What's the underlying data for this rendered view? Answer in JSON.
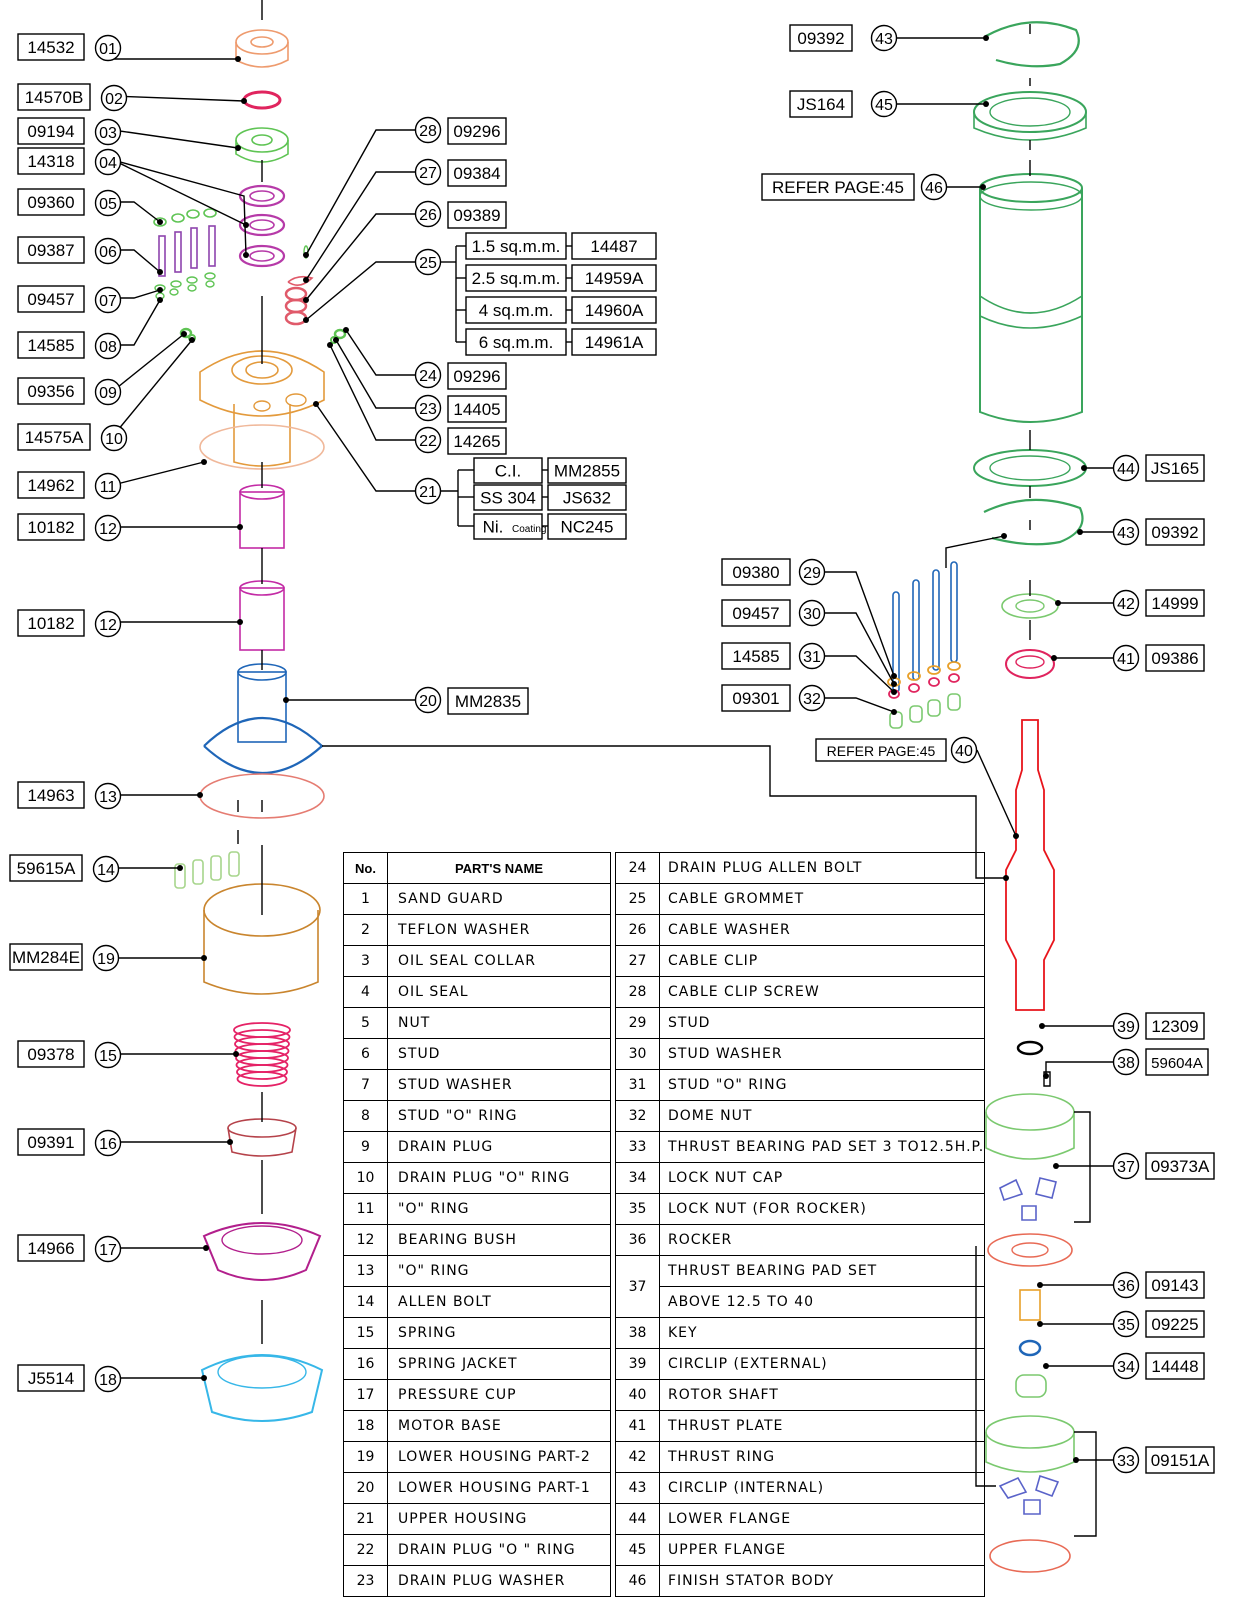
{
  "left_labels": [
    {
      "code": "14532",
      "num": "01"
    },
    {
      "code": "14570B",
      "num": "02"
    },
    {
      "code": "09194",
      "num": "03"
    },
    {
      "code": "14318",
      "num": "04"
    },
    {
      "code": "09360",
      "num": "05"
    },
    {
      "code": "09387",
      "num": "06"
    },
    {
      "code": "09457",
      "num": "07"
    },
    {
      "code": "14585",
      "num": "08"
    },
    {
      "code": "09356",
      "num": "09"
    },
    {
      "code": "14575A",
      "num": "10"
    },
    {
      "code": "14962",
      "num": "11"
    },
    {
      "code": "10182",
      "num": "12"
    },
    {
      "code": "10182",
      "num": "12"
    },
    {
      "code": "14963",
      "num": "13"
    },
    {
      "code": "59615A",
      "num": "14"
    },
    {
      "code": "MM284E",
      "num": "19"
    },
    {
      "code": "09378",
      "num": "15"
    },
    {
      "code": "09391",
      "num": "16"
    },
    {
      "code": "14966",
      "num": "17"
    },
    {
      "code": "J5514",
      "num": "18"
    }
  ],
  "center_labels": [
    {
      "num": "28",
      "code": "09296"
    },
    {
      "num": "27",
      "code": "09384"
    },
    {
      "num": "26",
      "code": "09389"
    },
    {
      "num": "24",
      "code": "09296"
    },
    {
      "num": "23",
      "code": "14405"
    },
    {
      "num": "22",
      "code": "14265"
    },
    {
      "num": "20",
      "code": "MM2835"
    }
  ],
  "cable_grommet": {
    "num": "25",
    "options": [
      {
        "size": "1.5 sq.m.m.",
        "code": "14487"
      },
      {
        "size": "2.5 sq.m.m.",
        "code": "14959A"
      },
      {
        "size": "4 sq.m.m.",
        "code": "14960A"
      },
      {
        "size": "6 sq.m.m.",
        "code": "14961A"
      }
    ]
  },
  "upper_housing": {
    "num": "21",
    "options": [
      {
        "mat": "C.I.",
        "code": "MM2855"
      },
      {
        "mat": "SS 304",
        "code": "JS632"
      },
      {
        "mat": "Ni.",
        "mat_sub": "Coating",
        "code": "NC245"
      }
    ]
  },
  "right_left_labels": [
    {
      "code": "09392",
      "num": "43"
    },
    {
      "code": "JS164",
      "num": "45"
    },
    {
      "code": "REFER PAGE:45",
      "num": "46"
    },
    {
      "code": "09380",
      "num": "29"
    },
    {
      "code": "09457",
      "num": "30"
    },
    {
      "code": "14585",
      "num": "31"
    },
    {
      "code": "09301",
      "num": "32"
    },
    {
      "code": "REFER PAGE:45",
      "num": "40"
    }
  ],
  "right_labels": [
    {
      "num": "44",
      "code": "JS165"
    },
    {
      "num": "43",
      "code": "09392"
    },
    {
      "num": "42",
      "code": "14999"
    },
    {
      "num": "41",
      "code": "09386"
    },
    {
      "num": "39",
      "code": "12309"
    },
    {
      "num": "38",
      "code": "59604A"
    },
    {
      "num": "37",
      "code": "09373A"
    },
    {
      "num": "36",
      "code": "09143"
    },
    {
      "num": "35",
      "code": "09225"
    },
    {
      "num": "34",
      "code": "14448"
    },
    {
      "num": "33",
      "code": "09151A"
    }
  ],
  "table": {
    "col_no": "No.",
    "col_name": "PART'S NAME",
    "left": [
      {
        "no": "1",
        "name": "SAND  GUARD"
      },
      {
        "no": "2",
        "name": "TEFLON  WASHER"
      },
      {
        "no": "3",
        "name": "OIL  SEAL  COLLAR"
      },
      {
        "no": "4",
        "name": "OIL  SEAL"
      },
      {
        "no": "5",
        "name": "NUT"
      },
      {
        "no": "6",
        "name": "STUD"
      },
      {
        "no": "7",
        "name": "STUD  WASHER"
      },
      {
        "no": "8",
        "name": "STUD  \"O\"  RING"
      },
      {
        "no": "9",
        "name": "DRAIN  PLUG"
      },
      {
        "no": "10",
        "name": "DRAIN  PLUG  \"O\"  RING"
      },
      {
        "no": "11",
        "name": "\"O\"  RING"
      },
      {
        "no": "12",
        "name": "BEARING  BUSH"
      },
      {
        "no": "13",
        "name": "\"O\"  RING"
      },
      {
        "no": "14",
        "name": "ALLEN  BOLT"
      },
      {
        "no": "15",
        "name": "SPRING"
      },
      {
        "no": "16",
        "name": "SPRING  JACKET"
      },
      {
        "no": "17",
        "name": "PRESSURE  CUP"
      },
      {
        "no": "18",
        "name": "MOTOR  BASE"
      },
      {
        "no": "19",
        "name": "LOWER  HOUSING  PART-2"
      },
      {
        "no": "20",
        "name": "LOWER  HOUSING  PART-1"
      },
      {
        "no": "21",
        "name": "UPPER  HOUSING"
      },
      {
        "no": "22",
        "name": "DRAIN  PLUG  \"O  \"  RING"
      },
      {
        "no": "23",
        "name": "DRAIN  PLUG    WASHER"
      }
    ],
    "right": [
      {
        "no": "24",
        "name": "DRAIN  PLUG    ALLEN  BOLT"
      },
      {
        "no": "25",
        "name": "CABLE  GROMMET"
      },
      {
        "no": "26",
        "name": "CABLE  WASHER"
      },
      {
        "no": "27",
        "name": "CABLE  CLIP"
      },
      {
        "no": "28",
        "name": "CABLE  CLIP  SCREW"
      },
      {
        "no": "29",
        "name": "STUD"
      },
      {
        "no": "30",
        "name": "STUD  WASHER"
      },
      {
        "no": "31",
        "name": "STUD  \"O\"  RING"
      },
      {
        "no": "32",
        "name": "DOME  NUT"
      },
      {
        "no": "33",
        "name": "THRUST  BEARING  PAD  SET  3  TO12.5H.P."
      },
      {
        "no": "34",
        "name": "LOCK  NUT  CAP"
      },
      {
        "no": "35",
        "name": "LOCK  NUT  (FOR  ROCKER)"
      },
      {
        "no": "36",
        "name": "ROCKER"
      },
      {
        "no": "37",
        "name": "THRUST  BEARING  PAD  SET",
        "name2": "ABOVE    12.5    TO    40"
      },
      {
        "no": "38",
        "name": "KEY"
      },
      {
        "no": "39",
        "name": "CIRCLIP  (EXTERNAL)"
      },
      {
        "no": "40",
        "name": "ROTOR  SHAFT"
      },
      {
        "no": "41",
        "name": "THRUST  PLATE"
      },
      {
        "no": "42",
        "name": "THRUST  RING"
      },
      {
        "no": "43",
        "name": "CIRCLIP  (INTERNAL)"
      },
      {
        "no": "44",
        "name": "LOWER  FLANGE"
      },
      {
        "no": "45",
        "name": "UPPER    FLANGE"
      },
      {
        "no": "46",
        "name": "FINISH  STATOR  BODY"
      }
    ]
  }
}
